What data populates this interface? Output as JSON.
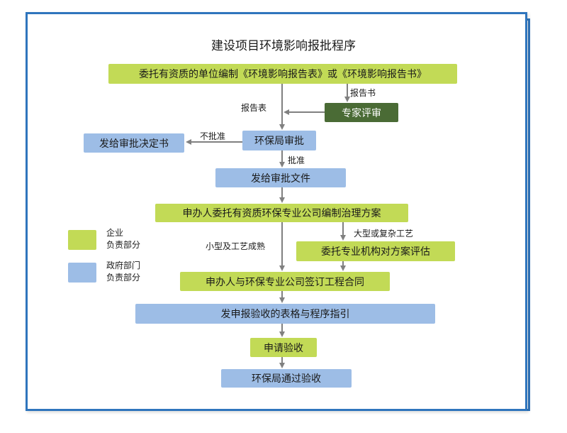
{
  "title": "建设项目环境影响报批程序",
  "colors": {
    "enterprise": "#c2da56",
    "government": "#9dbde6",
    "expert": "#4a6b35",
    "frame": "#2f75bd",
    "arrow": "#808080"
  },
  "nodes": {
    "commission": "委托有资质的单位编制《环境影响报告表》或《环境影响报告书》",
    "expert_review": "专家评审",
    "epb_approval": "环保局审批",
    "issue_decision": "发给审批决定书",
    "issue_document": "发给审批文件",
    "treatment_plan": "申办人委托有资质环保专业公司编制治理方案",
    "plan_evaluation": "委托专业机构对方案评估",
    "sign_contract": "申办人与环保专业公司签订工程合同",
    "issue_forms": "发申报验收的表格与程序指引",
    "apply_acceptance": "申请验收",
    "pass_acceptance": "环保局通过验收"
  },
  "edge_labels": {
    "report_book": "报告书",
    "report_form": "报告表",
    "not_approved": "不批准",
    "approved": "批准",
    "small_simple": "小型及工艺成熟",
    "large_complex": "大型或复杂工艺"
  },
  "legend": {
    "enterprise_line1": "企业",
    "enterprise_line2": "负责部分",
    "government_line1": "政府部门",
    "government_line2": "负责部分"
  }
}
